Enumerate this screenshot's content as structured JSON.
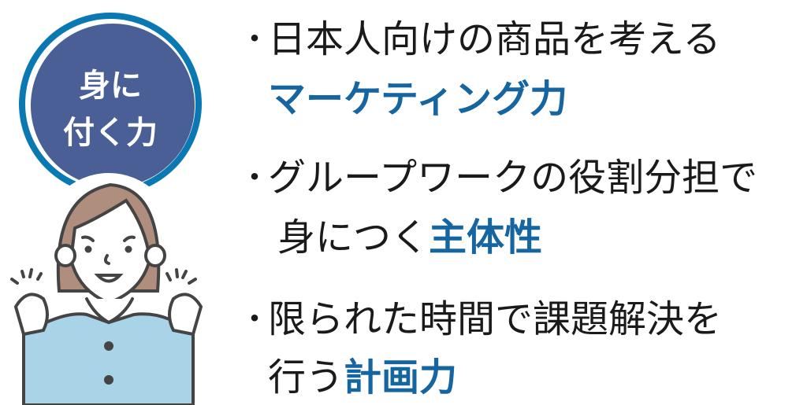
{
  "badge": {
    "line1": "身に",
    "line2": "付く力"
  },
  "bullets": [
    {
      "text": "日本人向けの商品を考える",
      "highlight": "マーケティング力"
    },
    {
      "text": "グループワークの役割分担で",
      "prefix": "身につく",
      "highlight": "主体性"
    },
    {
      "text": "限られた時間で課題解決を",
      "prefix": "行う",
      "highlight": "計画力"
    }
  ],
  "bullet_symbol": "・",
  "colors": {
    "circle": "#4a5f96",
    "ring": "#0a79b3",
    "highlight": "#1565a0",
    "shirt": "#a9d3e6",
    "hair": "#b08e7e"
  }
}
